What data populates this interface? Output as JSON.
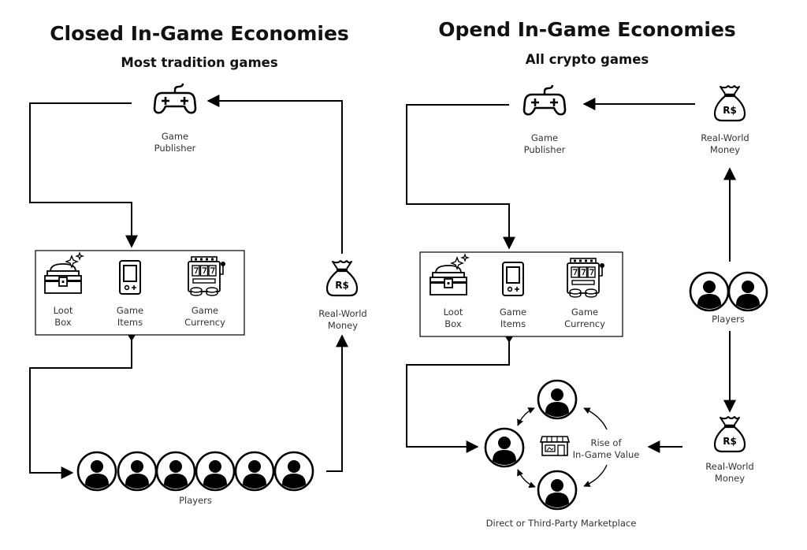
{
  "closed": {
    "title": "Closed In-Game Economies",
    "subtitle": "Most tradition games",
    "publisher": [
      "Game",
      "Publisher"
    ],
    "items": [
      {
        "icon": "treasure-chest-icon",
        "label": [
          "Loot",
          "Box"
        ]
      },
      {
        "icon": "handheld-device-icon",
        "label": [
          "Game",
          "Items"
        ]
      },
      {
        "icon": "slot-machine-icon",
        "label": [
          "Game",
          "Currency"
        ]
      }
    ],
    "money": [
      "Real-World",
      "Money"
    ],
    "players_label": "Players"
  },
  "open": {
    "title": "Opend In-Game Economies",
    "subtitle": "All crypto games",
    "publisher": [
      "Game",
      "Publisher"
    ],
    "items": [
      {
        "icon": "treasure-chest-icon",
        "label": [
          "Loot",
          "Box"
        ]
      },
      {
        "icon": "handheld-device-icon",
        "label": [
          "Game",
          "Items"
        ]
      },
      {
        "icon": "slot-machine-icon",
        "label": [
          "Game",
          "Currency"
        ]
      }
    ],
    "money_top": [
      "Real-World",
      "Money"
    ],
    "players_label": "Players",
    "money_bottom": [
      "Real-World",
      "Money"
    ],
    "value_label": [
      "Rise of",
      "In-Game Value"
    ],
    "marketplace_label": "Direct or Third-Party Marketplace"
  },
  "money_bag_text": "R$"
}
